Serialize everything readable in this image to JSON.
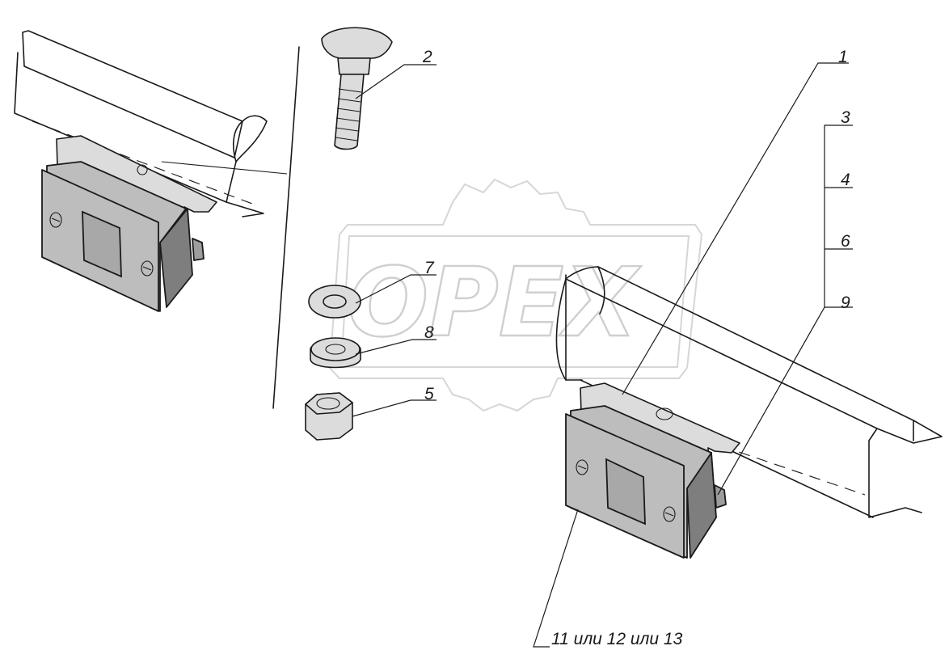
{
  "watermark": {
    "text": "OPEX"
  },
  "callouts": [
    {
      "id": "1",
      "label": "1"
    },
    {
      "id": "2",
      "label": "2"
    },
    {
      "id": "3",
      "label": "3"
    },
    {
      "id": "4",
      "label": "4"
    },
    {
      "id": "6",
      "label": "6"
    },
    {
      "id": "9",
      "label": "9"
    },
    {
      "id": "7",
      "label": "7"
    },
    {
      "id": "8",
      "label": "8"
    },
    {
      "id": "5",
      "label": "5"
    },
    {
      "id": "11-12-13",
      "label": "11 или 12 или 13"
    }
  ],
  "colors": {
    "line": "#1a1a1a",
    "lamp_face": "#bdbdbd",
    "lamp_side": "#7e7e7e",
    "watermark": "#d6d6d6"
  }
}
